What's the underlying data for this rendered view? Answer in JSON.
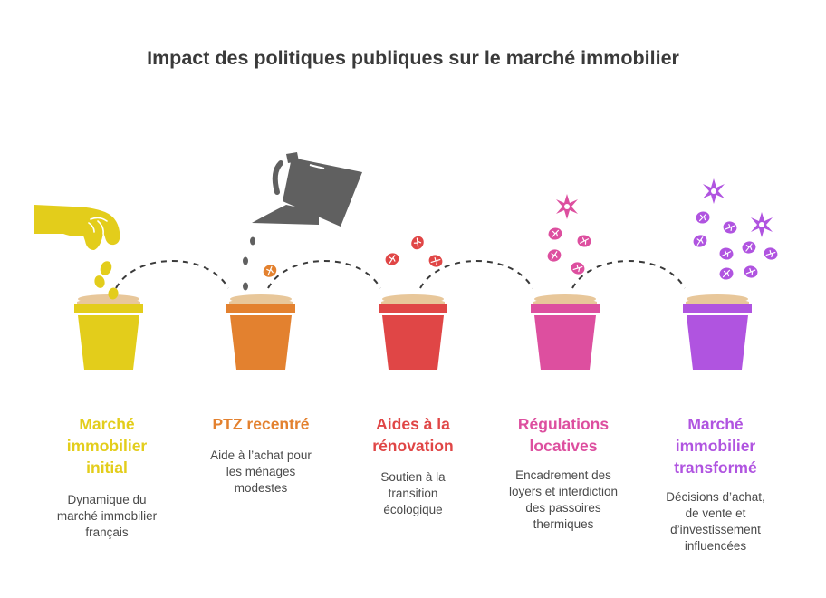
{
  "title": "Impact des politiques publiques sur le marché immobilier",
  "steps": [
    {
      "title_lines": [
        "Marché",
        "immobilier",
        "initial"
      ],
      "desc_lines": [
        "Dynamique du",
        "marché immobilier",
        "français"
      ],
      "color": "#e3cd1b"
    },
    {
      "title_lines": [
        "PTZ recentré"
      ],
      "desc_lines": [
        "Aide à l’achat pour",
        "les ménages",
        "modestes"
      ],
      "color": "#e3812f"
    },
    {
      "title_lines": [
        "Aides à la",
        "rénovation"
      ],
      "desc_lines": [
        "Soutien à la",
        "transition",
        "écologique"
      ],
      "color": "#e04646"
    },
    {
      "title_lines": [
        "Régulations",
        "locatives"
      ],
      "desc_lines": [
        "Encadrement des",
        "loyers et interdiction",
        "des passoires",
        "thermiques"
      ],
      "color": "#dd4f9f"
    },
    {
      "title_lines": [
        "Marché",
        "immobilier",
        "transformé"
      ],
      "desc_lines": [
        "Décisions d’achat,",
        "de vente et",
        "d’investissement",
        "influencées"
      ],
      "color": "#b054e0"
    }
  ]
}
